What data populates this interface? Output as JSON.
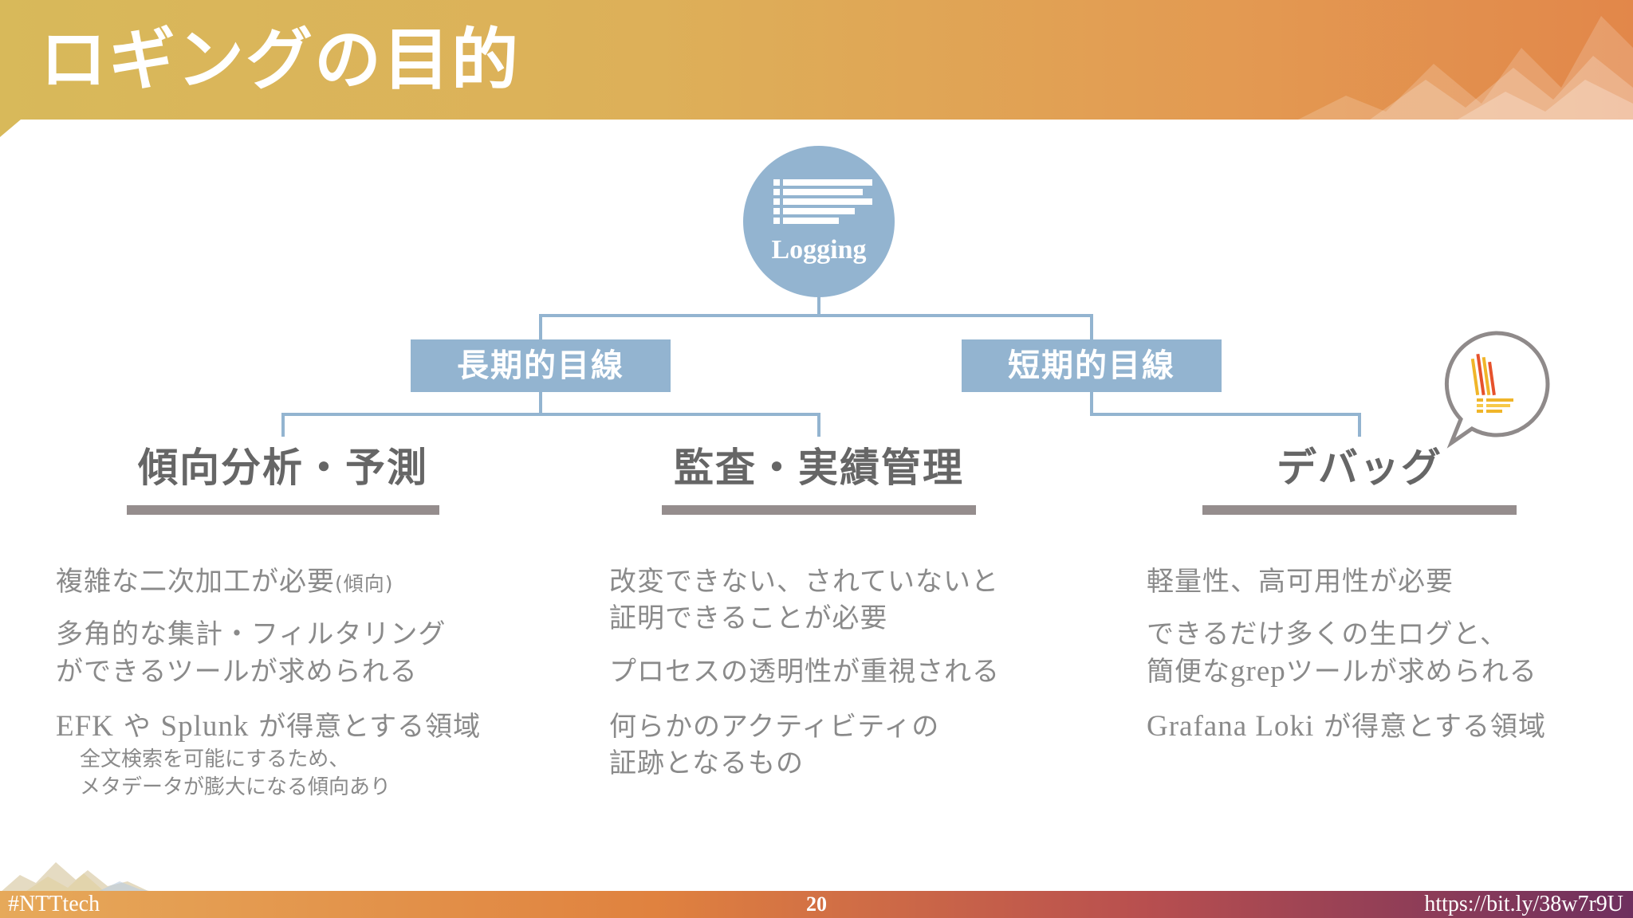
{
  "header": {
    "title": "ロギングの目的"
  },
  "root": {
    "label": "Logging"
  },
  "categories": {
    "long": "長期的目線",
    "short": "短期的目線"
  },
  "columns": [
    {
      "heading": "傾向分析・予測",
      "line1_main": "複雑な二次加工が必要",
      "line1_note": "(傾向)",
      "line2a": "多角的な集計・フィルタリング",
      "line2b": "ができるツールが求められる",
      "line3_prefix": "EFK",
      "line3_mid": "や",
      "line3_name": "Splunk",
      "line3_suffix": "が得意とする領域",
      "note1": "全文検索を可能にするため、",
      "note2": "メタデータが膨大になる傾向あり"
    },
    {
      "heading": "監査・実績管理",
      "line1a": "改変できない、されていないと",
      "line1b": "証明できることが必要",
      "line2": "プロセスの透明性が重視される",
      "line3a": "何らかのアクティビティの",
      "line3b": "証跡となるもの"
    },
    {
      "heading": "デバッグ",
      "line1": "軽量性、高可用性が必要",
      "line2a": "できるだけ多くの生ログと、",
      "line2b_prefix": "簡便な",
      "line2b_name": "grep",
      "line2b_suffix": "ツールが求められる",
      "line3_name": "Grafana Loki",
      "line3_suffix": "が得意とする領域"
    }
  ],
  "footer": {
    "tag": "#NTTtech",
    "page": "20",
    "url": "https://bit.ly/38w7r9U"
  },
  "colors": {
    "accent_blue": "#93b4d0",
    "header_gold": "#d8b95a",
    "text_gray": "#8a8a8a",
    "rule_gray": "#958d8d"
  },
  "icons": {
    "root": "document-lines-icon",
    "bubble": "grafana-loki-logo-icon"
  }
}
